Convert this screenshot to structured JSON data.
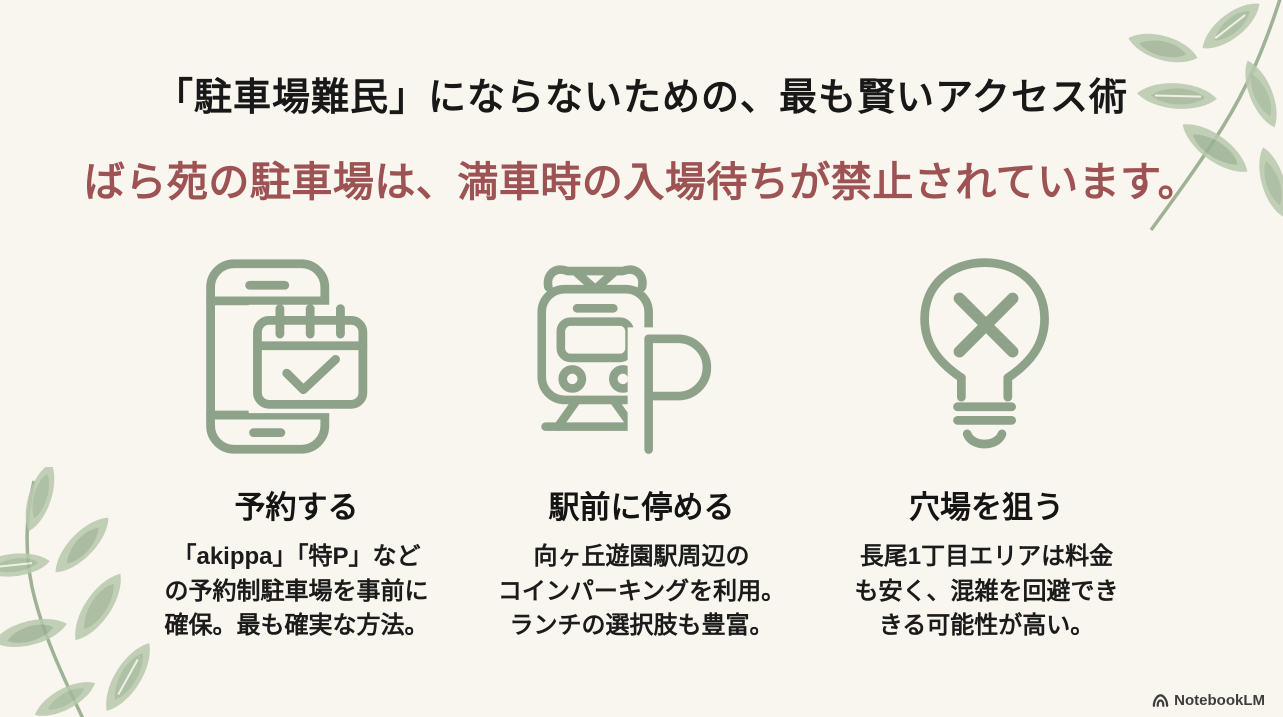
{
  "slide": {
    "title": "「駐車場難民」にならないための、最も賢いアクセス術",
    "subtitle": "ばら苑の駐車場は、満車時の入場待ちが禁止されています。",
    "columns": [
      {
        "icon": "phone-calendar-check-icon",
        "heading": "予約する",
        "body_lines": [
          "「akippa」「特P」など",
          "の予約制駐車場を事前に",
          "確保。最も確実な方法。"
        ]
      },
      {
        "icon": "train-parking-icon",
        "heading": "駅前に停める",
        "body_lines": [
          "向ヶ丘遊園駅周辺の",
          "コインパーキングを利用。",
          "ランチの選択肢も豊富。"
        ]
      },
      {
        "icon": "lightbulb-x-icon",
        "heading": "穴場を狙う",
        "body_lines": [
          "長尾1丁目エリアは料金",
          "も安く、混雑を回避でき",
          "きる可能性が高い。"
        ]
      }
    ],
    "footer": {
      "brand": "NotebookLM"
    },
    "colors": {
      "background": "#f8f6ee",
      "title_color": "#181818",
      "subtitle_color": "#9d5353",
      "heading_color": "#141414",
      "body_color": "#1b1b1b",
      "icon_green": "#8da289",
      "leaf_light": "#b8c9ae",
      "leaf_mid": "#93ab8b",
      "leaf_dark": "#7e997a",
      "leaf_vein": "#eef0e2",
      "footer_text": "#3d3d3d"
    }
  }
}
